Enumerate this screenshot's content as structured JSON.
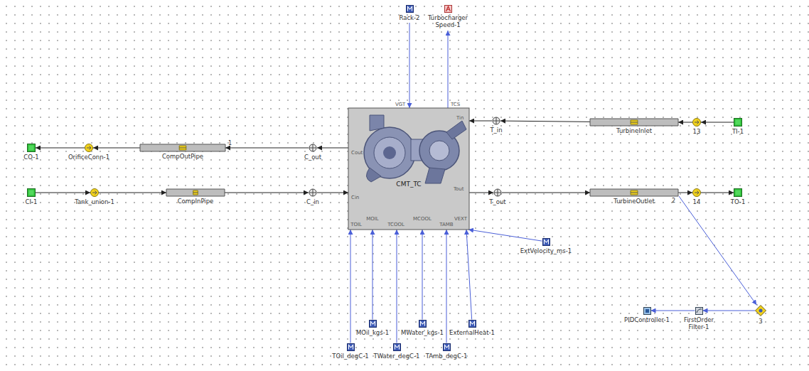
{
  "diagram": {
    "nodes": [
      {
        "text": [
          "Rack-2"
        ]
      },
      {
        "text": [
          "Turbocharger Speed-1"
        ]
      },
      {
        "text": [
          "CO-1"
        ]
      },
      {
        "text": [
          "OrificeConn-1"
        ]
      },
      {
        "text": [
          "CompOutPipe"
        ]
      },
      {
        "text": [
          "C_out"
        ]
      },
      {
        "text": [
          "CMT_TC"
        ]
      },
      {
        "text": [
          "T_in"
        ]
      },
      {
        "text": [
          "TurbineInlet"
        ]
      },
      {
        "text": [
          "13"
        ]
      },
      {
        "text": [
          "TI-1"
        ]
      },
      {
        "text": [
          "CI-1"
        ]
      },
      {
        "text": [
          "Tank_union-1"
        ]
      },
      {
        "text": [
          "CompInPipe"
        ]
      },
      {
        "text": [
          "C_in"
        ]
      },
      {
        "text": [
          "T_out"
        ]
      },
      {
        "text": [
          "TurbineOutlet"
        ]
      },
      {
        "text": [
          "14"
        ]
      },
      {
        "text": [
          "TO-1"
        ]
      },
      {
        "text": [
          "ExtVelocity_ms-1"
        ]
      },
      {
        "text": [
          "MOil_kgs-1"
        ]
      },
      {
        "text": [
          "MWater_kgs-1"
        ]
      },
      {
        "text": [
          "ExternalHeat-1"
        ]
      },
      {
        "text": [
          "PIDController-1"
        ]
      },
      {
        "text": [
          "FirstOrder Filter-1"
        ]
      },
      {
        "text": [
          "3"
        ]
      },
      {
        "text": [
          "TOil_degC-1"
        ]
      },
      {
        "text": [
          "TWater_degC-1"
        ]
      },
      {
        "text": [
          "TAmb_degC-1"
        ]
      }
    ],
    "edges": [
      {
        "from": 0,
        "to": 6,
        "arrow": "to"
      },
      {
        "from": 6,
        "to": 1,
        "arrow": "to"
      },
      {
        "from": 6,
        "to": 5,
        "arrow": "to"
      },
      {
        "from": 5,
        "to": 4,
        "arrow": "to"
      },
      {
        "from": 4,
        "to": 3,
        "arrow": "to"
      },
      {
        "from": 3,
        "to": 2,
        "arrow": "to"
      },
      {
        "from": 10,
        "to": 9,
        "arrow": "to"
      },
      {
        "from": 9,
        "to": 8,
        "arrow": "to"
      },
      {
        "from": 8,
        "to": 7,
        "arrow": "to"
      },
      {
        "from": 7,
        "to": 6,
        "arrow": "to"
      },
      {
        "from": 11,
        "to": 12,
        "arrow": "to"
      },
      {
        "from": 12,
        "to": 13,
        "arrow": "to"
      },
      {
        "from": 13,
        "to": 14,
        "arrow": "to"
      },
      {
        "from": 14,
        "to": 6,
        "arrow": "to"
      },
      {
        "from": 6,
        "to": 15,
        "arrow": "to"
      },
      {
        "from": 15,
        "to": 16,
        "arrow": "to"
      },
      {
        "from": 16,
        "to": 17,
        "arrow": "to"
      },
      {
        "from": 17,
        "to": 18,
        "arrow": "to"
      },
      {
        "from": 19,
        "to": 6,
        "arrow": "to"
      },
      {
        "from": 20,
        "to": 6,
        "arrow": "to"
      },
      {
        "from": 21,
        "to": 6,
        "arrow": "to"
      },
      {
        "from": 22,
        "to": 6,
        "arrow": "to"
      },
      {
        "from": 26,
        "to": 6,
        "arrow": "to"
      },
      {
        "from": 27,
        "to": 6,
        "arrow": "to"
      },
      {
        "from": 28,
        "to": 6,
        "arrow": "to"
      },
      {
        "from": 16,
        "to": 25,
        "arrow": "to"
      },
      {
        "from": 25,
        "to": 24,
        "arrow": "to"
      },
      {
        "from": 24,
        "to": 23,
        "arrow": "to"
      }
    ],
    "labels": [
      "VGT",
      "TCS",
      "Cout",
      "Cin",
      "Tin",
      "Tout",
      "TOIL",
      "MOIL",
      "TCOOL",
      "MCOOL",
      "TAMB",
      "VEXT",
      "1",
      "2"
    ]
  }
}
